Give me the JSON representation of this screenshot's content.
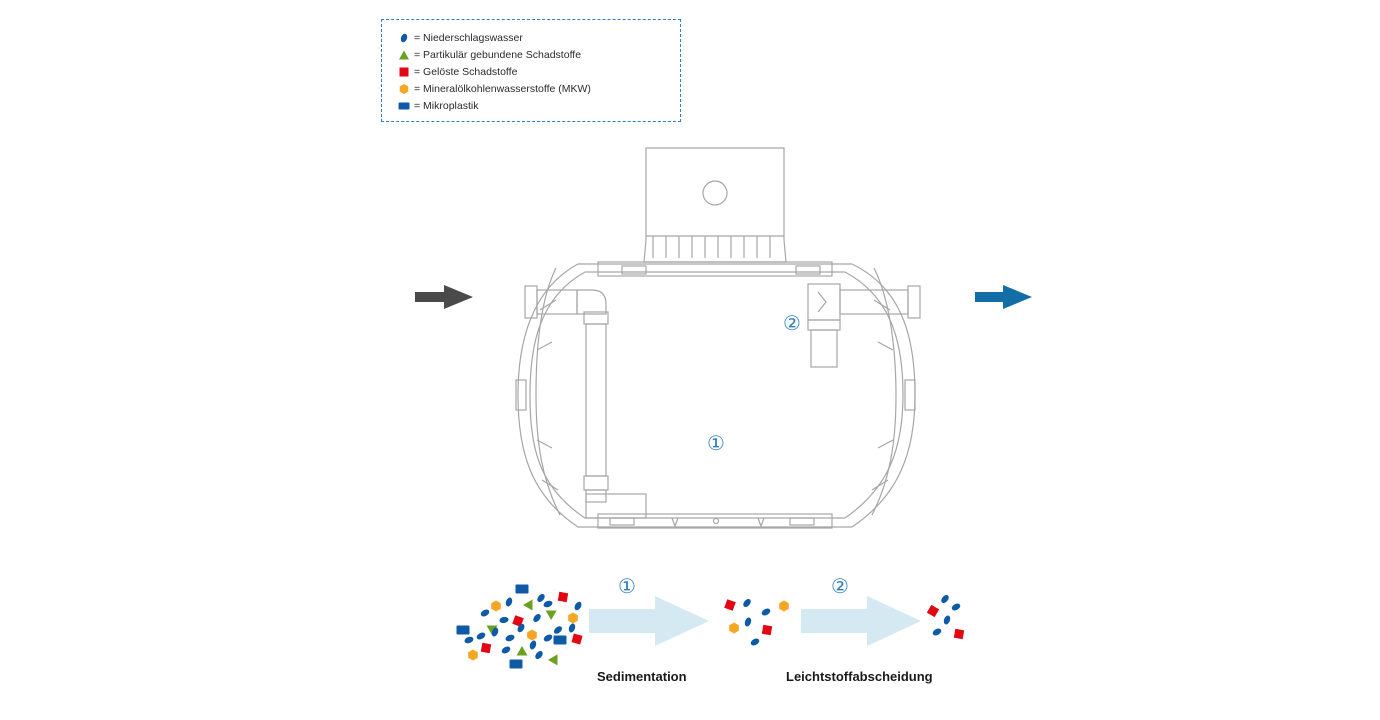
{
  "legend": {
    "items": [
      {
        "marker": "ellipse",
        "color": "#0e5aa7",
        "label": "= Niederschlagswasser"
      },
      {
        "marker": "triangle",
        "color": "#6aa121",
        "label": "= Partikulär gebundene Schadstoffe"
      },
      {
        "marker": "square",
        "color": "#e30613",
        "label": "= Gelöste Schadstoffe"
      },
      {
        "marker": "hexagon",
        "color": "#f5a623",
        "label": "= Mineralölkohlenwasserstoffe (MKW)"
      },
      {
        "marker": "rectangle",
        "color": "#0e5aa7",
        "label": "= Mikroplastik"
      }
    ]
  },
  "diagram": {
    "stage1_marker": "①",
    "stage2_marker": "②",
    "inlet_arrow_color": "#4a4a4a",
    "outlet_arrow_color": "#136ea8",
    "outline_color": "#a6a6a6"
  },
  "process": {
    "step1_marker": "①",
    "step1_label": "Sedimentation",
    "step2_marker": "②",
    "step2_label": "Leichtstoffabscheidung",
    "arrow_color": "#d4e9f2"
  }
}
